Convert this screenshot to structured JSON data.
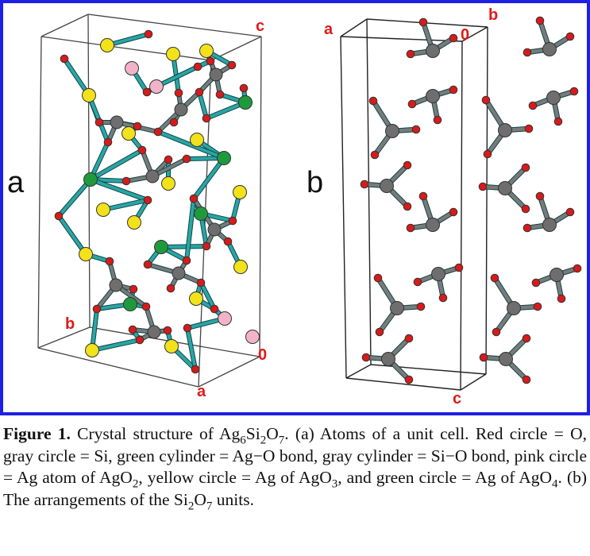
{
  "figure": {
    "panel_a_label": "a",
    "panel_b_label": "b",
    "panel_a_axes": {
      "c": "c",
      "b": "b",
      "a": "a",
      "origin": "0"
    },
    "panel_b_axes": {
      "a": "a",
      "b": "b",
      "origin": "0",
      "c": "c"
    },
    "colors": {
      "border": "#1f1fe6",
      "oxygen": "#d81a1a",
      "silicon": "#6e6e6e",
      "ag_o_bond": "#2aa5a5",
      "si_o_bond": "#7a7a7a",
      "ag_ago2": "#f2b3c8",
      "ag_ago3": "#f2e21a",
      "ag_ago4": "#1e9a3c",
      "axis_label": "#e01a1a"
    }
  },
  "caption": {
    "label": "Figure 1.",
    "t1": " Crystal structure of Ag",
    "s1": "6",
    "t2": "Si",
    "s2": "2",
    "t3": "O",
    "s3": "7",
    "t4": ". (a) Atoms of a unit cell. Red circle = O, gray circle = Si, green cylinder = Ag−O bond, gray cylinder = Si−O bond, pink circle = Ag atom of AgO",
    "s4": "2",
    "t5": ", yellow circle = Ag of AgO",
    "s5": "3",
    "t6": ", and green circle = Ag of AgO",
    "s6": "4",
    "t7": ". (b) The arrangements of the Si",
    "s7": "2",
    "t8": "O",
    "s8": "7",
    "t9": " units."
  }
}
